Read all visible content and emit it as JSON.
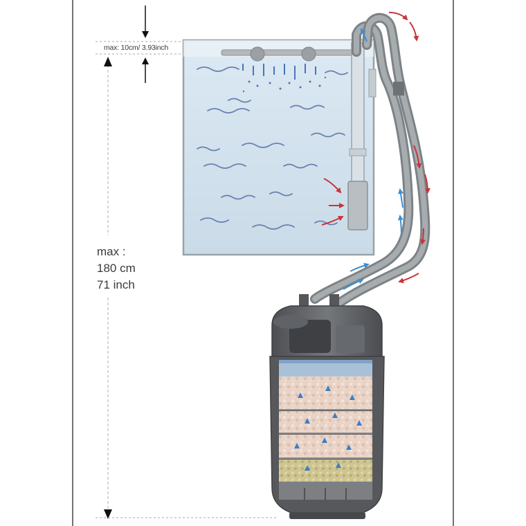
{
  "labels": {
    "max_top_gap": "max: 10cm/ 3.93inch",
    "max_height_line1": "max :",
    "max_height_line2": "180 cm",
    "max_height_line3": "71 inch"
  },
  "colors": {
    "background": "#ffffff",
    "water": "#d6e6f1",
    "tank_frame": "#9aa2a8",
    "tube": "#8d9296",
    "filter_body": "#5e6064",
    "flow_in_arrow": "#c8343a",
    "flow_out_arrow": "#3c8fd2",
    "filter_media": "#e6cdbf",
    "filter_media_bottom": "#c7c28f"
  }
}
